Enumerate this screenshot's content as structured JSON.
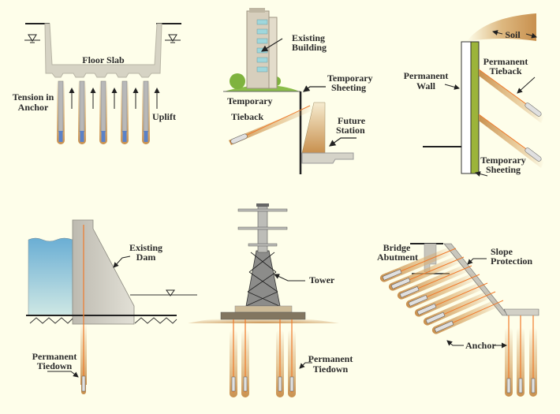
{
  "title": "Ground anchor applications",
  "colors": {
    "background": "#fefeea",
    "grout": "#c8904e",
    "tendon": "#f07a2a",
    "concrete": "#cfcbbd",
    "water": "#6fb3d6",
    "wall_facing": "#9cb43a"
  },
  "panels": {
    "uplift": {
      "floor_slab": "Floor Slab",
      "tension_in_anchor": [
        "Tension in",
        "Anchor"
      ],
      "uplift": "Uplift"
    },
    "station": {
      "existing_building": [
        "Existing",
        "Building"
      ],
      "temporary_sheeting": [
        "Temporary",
        "Sheeting"
      ],
      "temporary_tieback": [
        "Temporary",
        "Tieback"
      ],
      "future_station": [
        "Future",
        "Station"
      ]
    },
    "wall": {
      "soil": "Soil",
      "permanent_wall": [
        "Permanent",
        "Wall"
      ],
      "permanent_tieback": [
        "Permanent",
        "Tieback"
      ],
      "temporary_sheeting": [
        "Temporary",
        "Sheeting"
      ]
    },
    "dam": {
      "existing_dam": [
        "Existing",
        "Dam"
      ],
      "permanent_tiedown": [
        "Permanent",
        "Tiedown"
      ]
    },
    "tower": {
      "tower": "Tower",
      "permanent_tiedown": [
        "Permanent",
        "Tiedown"
      ]
    },
    "bridge": {
      "bridge_abutment": [
        "Bridge",
        "Abutment"
      ],
      "slope_protection": [
        "Slope",
        "Protection"
      ],
      "anchor": "Anchor"
    }
  }
}
